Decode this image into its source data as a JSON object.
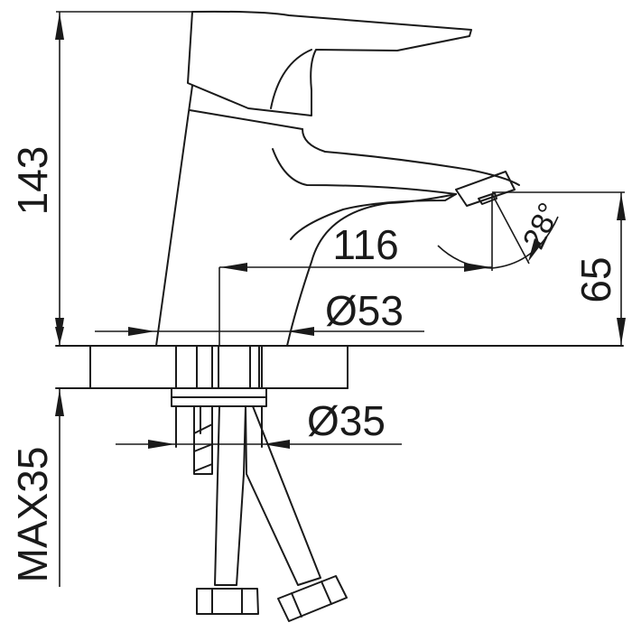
{
  "drawing": {
    "dimensions": {
      "height_total": "143",
      "spout_reach": "116",
      "spout_height": "65",
      "spout_angle": "28°",
      "body_diameter": "Ø53",
      "hole_diameter": "Ø35",
      "counter_thickness": "MAX35"
    },
    "line_color": "#1a1a1a",
    "background": "#ffffff"
  }
}
